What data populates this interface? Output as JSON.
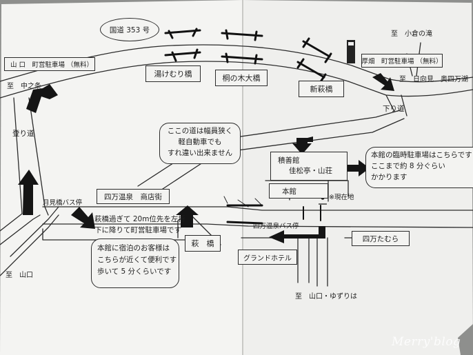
{
  "route": "国道 353 号",
  "bridges": {
    "yukemuri": "湯けむり橋",
    "kirinoki": "桐の木大橋",
    "shinhagi": "新萩橋",
    "hagi": "萩　橋"
  },
  "parking": {
    "yamaguchi": "山 口　町営駐車場 （無料）",
    "atsuhata": "厚畑　町営駐車場 （無料）"
  },
  "directions": {
    "ogura": "至　小倉の滝",
    "hyuga": "至　日向見　奥四万湖",
    "nakanojo": "至　中之条",
    "yamaguchi_bottom": "至　山口",
    "yamaguchi_yuzuriha": "至　山口・ゆずりは"
  },
  "roads": {
    "nobori": "登り道",
    "kudari": "下り道"
  },
  "notes": {
    "narrow": [
      "ここの道は幅員狭く",
      "軽自動車でも",
      "すれ違い出来ません"
    ],
    "temp_parking": [
      "本館の臨時駐車場はこちらです",
      "ここまで約 8 分ぐらい",
      "かかります"
    ],
    "after_bridge": [
      "萩橋過ぎて 20m位先を左折",
      "下に降りて町営駐車場です"
    ],
    "guests": [
      "本館に宿泊のお客様は",
      "こちらが近くて便利です",
      "歩いて 5 分くらいです"
    ]
  },
  "places": {
    "shotengai": "四万温泉　商店街",
    "sekizenkan": [
      "積善館",
      "佳松亭・山荘"
    ],
    "honkan": "本館",
    "current": "※現在地",
    "bus_stop_tsukimi": "月見橋バス停",
    "bus_stop_shima": "四万温泉バス停",
    "tamura": "四万たむら",
    "grand_hotel": "グランドホテル"
  },
  "watermark": "Merry'blog",
  "colors": {
    "paper": "#f3f3f1",
    "ink": "#1d1d1d",
    "background": "#8e8f8d"
  }
}
